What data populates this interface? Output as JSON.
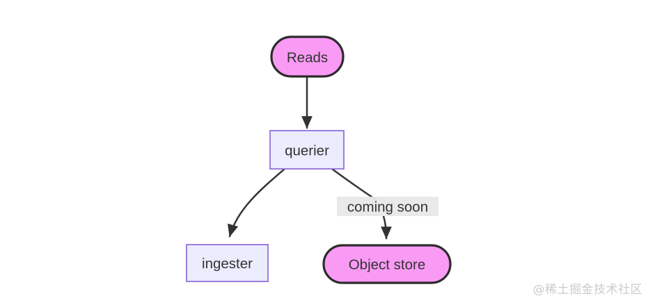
{
  "diagram": {
    "type": "flowchart",
    "direction": "top-down",
    "nodes": {
      "reads": {
        "label": "Reads",
        "shape": "stadium",
        "fill": "#f99af5",
        "stroke": "#2b2b2b"
      },
      "querier": {
        "label": "querier",
        "shape": "rect",
        "fill": "#ececff",
        "stroke": "#9370db"
      },
      "ingester": {
        "label": "ingester",
        "shape": "rect",
        "fill": "#ececff",
        "stroke": "#9370db"
      },
      "object_store": {
        "label": "Object store",
        "shape": "stadium",
        "fill": "#f99af5",
        "stroke": "#2b2b2b"
      }
    },
    "edges": [
      {
        "from": "reads",
        "to": "querier",
        "label": ""
      },
      {
        "from": "querier",
        "to": "ingester",
        "label": ""
      },
      {
        "from": "querier",
        "to": "object_store",
        "label": "coming soon"
      }
    ],
    "colors": {
      "edge": "#333333",
      "edge_label_bg": "#e8e8e8",
      "edge_label_text": "#333333",
      "node_text": "#333333",
      "background": "#ffffff"
    }
  },
  "watermark": {
    "text": "@稀土掘金技术社区",
    "color": "#cbcbcb"
  }
}
